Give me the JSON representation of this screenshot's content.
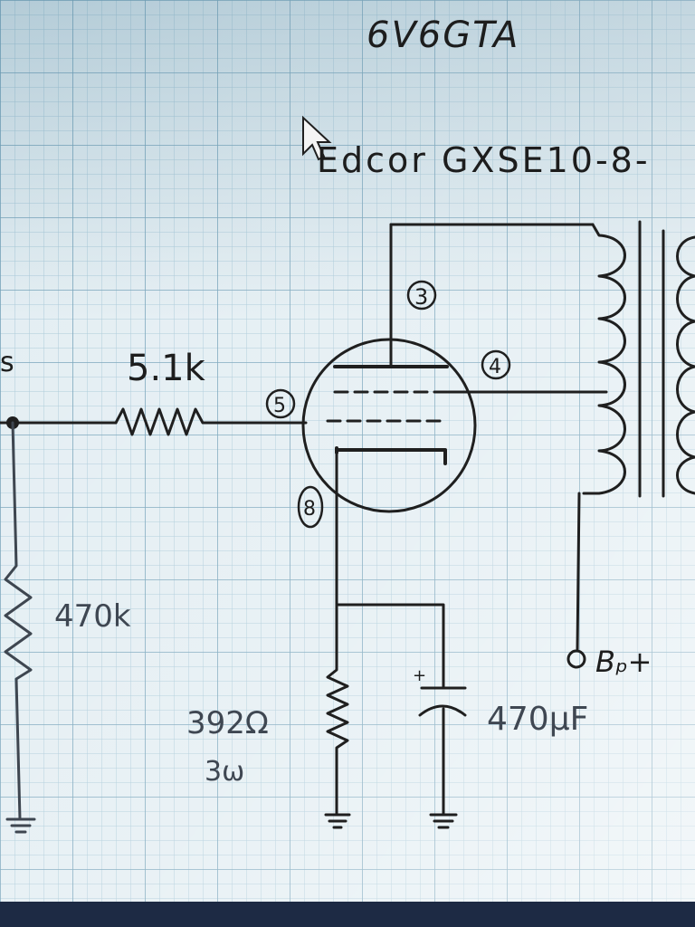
{
  "title": "6V6GTA",
  "transformer_label": "Edcor GXSE10-8-",
  "grid_resistor": "5.1k",
  "grid_leak_resistor": "470k",
  "cathode_resistor": "392Ω",
  "cathode_resistor_power": "3ω",
  "cathode_capacitor": "470μF",
  "cap_polarity": "+",
  "supply_label": "Bₚ+",
  "input_label_fragment": "s",
  "pins": {
    "plate": "3",
    "screen": "4",
    "grid": "5",
    "cathode": "8"
  },
  "colors": {
    "paper": "#e3eef3",
    "grid_minor": "#9fc3d3",
    "grid_major": "#5f93ad",
    "ink": "#1f1f1f",
    "pencil": "#3e4650",
    "monitor_bezel": "#1d2a44"
  }
}
